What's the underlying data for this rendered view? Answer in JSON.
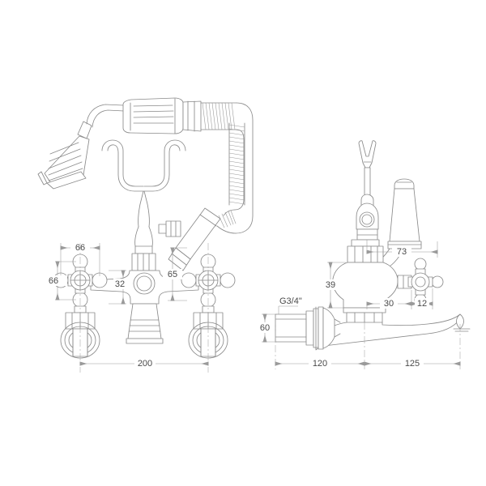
{
  "drawing": {
    "type": "technical-line-drawing",
    "subject": "Traditional wall mounted bath shower mixer tap",
    "background_color": "#ffffff",
    "line_color": "#8a8a8a",
    "dimension_line_color": "#9a9a9a",
    "text_color": "#4a4a4a",
    "units": "mm",
    "views": [
      {
        "name": "front-view",
        "position": "left",
        "description": "Front elevation showing two cross-head handles, central spout body, shower handset on cradle with coiled hose"
      },
      {
        "name": "side-view",
        "position": "right",
        "description": "Side elevation showing lever handle, diverter, wall flange with G3/4 inch connection and swan neck spout"
      }
    ]
  },
  "dimensions": {
    "front_view": [
      {
        "id": "handle-width-top",
        "label": "66",
        "orientation": "horizontal",
        "note": "cross handle width"
      },
      {
        "id": "handle-height-left",
        "label": "66",
        "orientation": "vertical",
        "note": "cross handle height"
      },
      {
        "id": "body-centre-offset",
        "label": "32",
        "orientation": "vertical",
        "note": "centre body offset"
      },
      {
        "id": "handle-centre-right",
        "label": "65",
        "orientation": "vertical",
        "note": "right handle centre height"
      },
      {
        "id": "overall-width",
        "label": "200",
        "orientation": "horizontal",
        "note": "tap centres overall width"
      }
    ],
    "side_view": [
      {
        "id": "lever-reach",
        "label": "73",
        "orientation": "horizontal",
        "note": "lever handle reach"
      },
      {
        "id": "body-height",
        "label": "39",
        "orientation": "vertical",
        "note": "body height"
      },
      {
        "id": "diverter-offset",
        "label": "30",
        "orientation": "horizontal",
        "note": "diverter offset"
      },
      {
        "id": "handle-offset",
        "label": "12",
        "orientation": "horizontal",
        "note": "handle offset"
      },
      {
        "id": "thread-callout",
        "label": "G3/4\"",
        "orientation": "leader",
        "note": "inlet thread size"
      },
      {
        "id": "flange-height",
        "label": "60",
        "orientation": "vertical",
        "note": "wall flange height"
      },
      {
        "id": "wall-to-centre",
        "label": "120",
        "orientation": "horizontal",
        "note": "wall to spout centre"
      },
      {
        "id": "spout-projection",
        "label": "125",
        "orientation": "horizontal",
        "note": "spout projection"
      }
    ]
  }
}
